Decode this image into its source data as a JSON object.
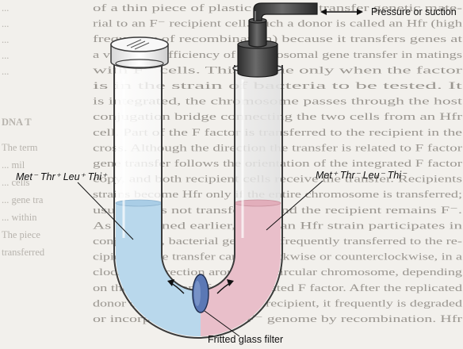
{
  "labels": {
    "left_strain": "Met⁻ Thr⁺ Leu⁺ Thi⁺",
    "right_strain": "Met⁺ Thr⁻ Leu⁻ Thi⁻",
    "pressure": "Pressure or suction",
    "filter": "Fritted glass filter"
  },
  "background_text": {
    "lines": [
      "of a thin piece of plastic tubing to transfer genetic mate-",
      "rial to an F⁻ recipient cell. Such a donor is called an Hfr (high",
      "frequency of recombination) because it transfers genes at",
      "a very high efficiency of chromosomal gene transfer in matings",
      "with F⁻ cells. This is true only when the factor",
      "is in the strain of bacteria to be tested. It",
      "is integrated, the chromosome passes through the host",
      "conjugation bridge connecting the two cells from an Hfr",
      "cell. Part of the F factor is transferred to the recipient in the",
      "cross. Although the direction the transfer is related to F factor",
      "gene transfer follows the orientation of the integrated F factor",
      "copy, and both recipient cells receive the transfer. Recipients",
      "strains become Hfr only if the entire chromosome is transferred;",
      "usually it is not transferred, and the recipient remains F⁻.",
      "As mentioned earlier, when an Hfr strain participates in",
      "conjugation, bacterial genes are frequently transferred to the re-",
      "cipient. Gene transfer can be clockwise or counterclockwise, in a",
      "clockwise direction around the circular chromosome, depending",
      "on the orientation of the integrated F factor. After the replicated",
      "donor chromosome enters the recipient, it frequently is degraded",
      "or incorporated into the F⁻ genome by recombination. Hfr"
    ],
    "margin_top": [
      "...",
      "...",
      "...",
      "...",
      "..."
    ],
    "margin_heading": "DNA T",
    "margin_lines": [
      "The term",
      "... mil",
      "... cells",
      "... gene tra",
      "... within",
      "The piece",
      "transferred"
    ]
  },
  "colors": {
    "left_fluid": "#b9d8ec",
    "right_fluid": "#e9bfca",
    "filter": "#5b78b5",
    "stopper": "#4a4a4a"
  }
}
